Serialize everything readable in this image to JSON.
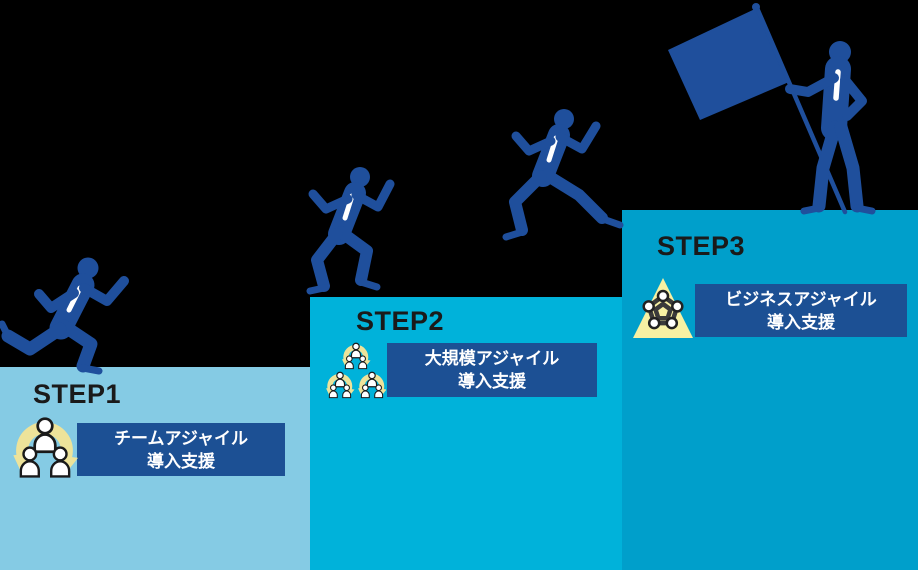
{
  "title": "Agile adoption three-step staircase diagram",
  "colors": {
    "background": "#000000",
    "step1_bg": "#85CBE4",
    "step2_bg": "#00B2DA",
    "step3_bg": "#009FCB",
    "banner_bg": "#1C5094",
    "figure_blue": "#1F4F9C",
    "icon_yellow": "#EDE39A",
    "triangle_yellow": "#F7F1A3",
    "step_label_color": "#1A1A1A",
    "banner_text": "#FFFFFF"
  },
  "steps": [
    {
      "label": "STEP1",
      "banner_line1": "チームアジャイル",
      "banner_line2": "導入支援",
      "icon": "team-cycle-icon"
    },
    {
      "label": "STEP2",
      "banner_line1": "大規模アジャイル",
      "banner_line2": "導入支援",
      "icon": "team-pyramid-icon"
    },
    {
      "label": "STEP3",
      "banner_line1": "ビジネスアジャイル",
      "banner_line2": "導入支援",
      "icon": "network-triangle-icon"
    }
  ],
  "figures": [
    "running-businessman",
    "jumping-businessman",
    "leaping-businessman",
    "businessman-with-goal-flag"
  ]
}
